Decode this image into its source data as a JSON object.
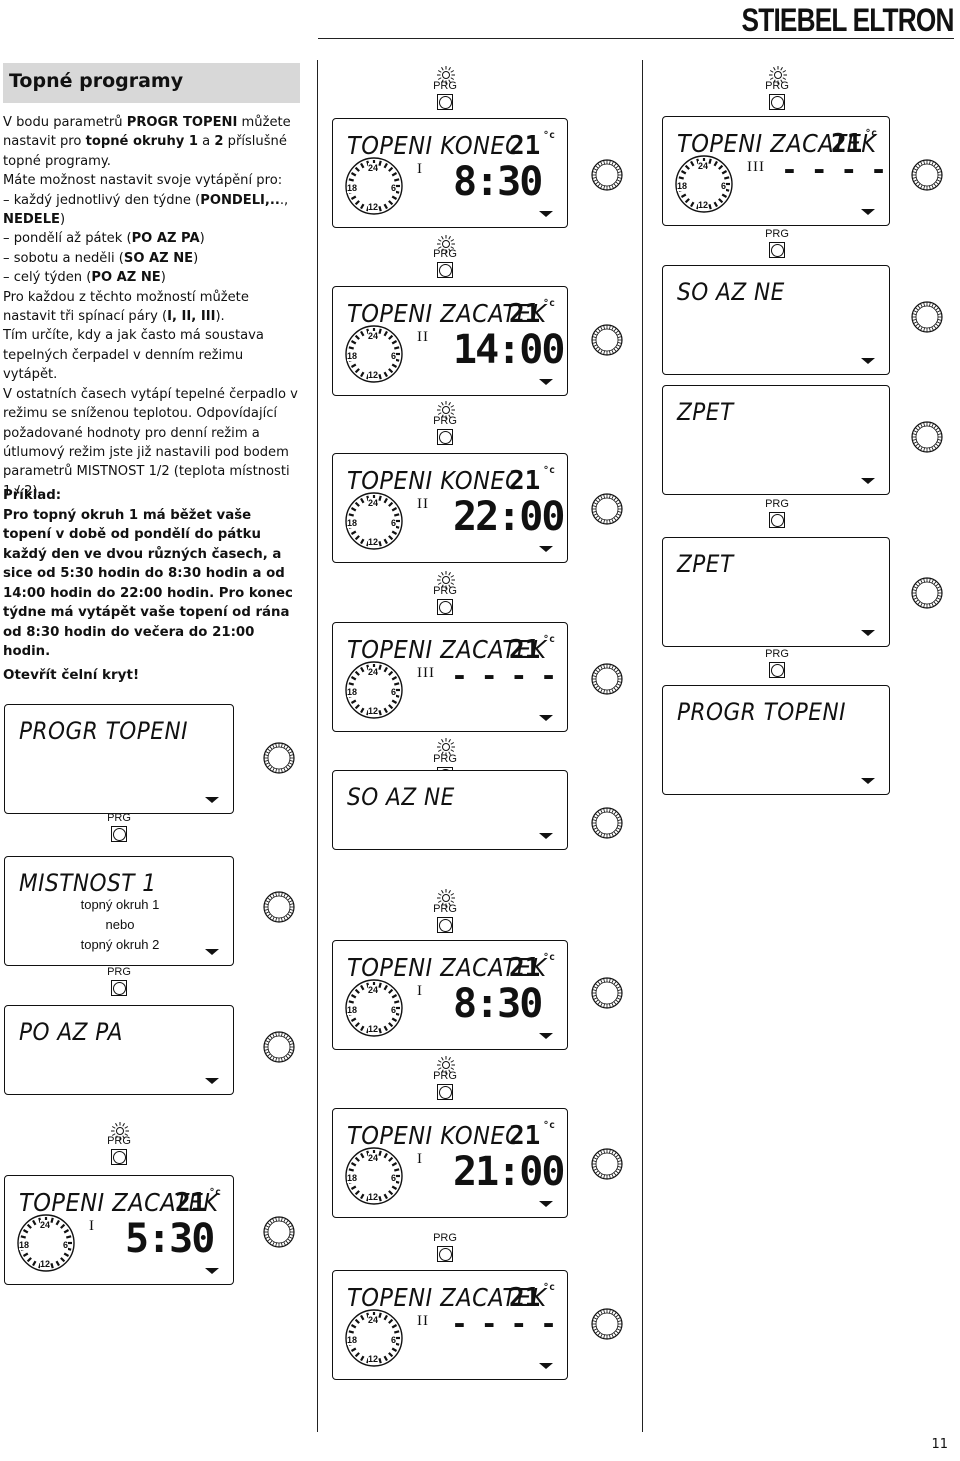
{
  "brand": "STIEBEL ELTRON",
  "section_title": "Topné programy",
  "intro": [
    {
      "parts": [
        [
          "V bodu parametrů ",
          false
        ],
        [
          "PROGR TOPENI",
          true
        ],
        [
          " můžete nastavit pro ",
          false
        ],
        [
          "topné okruhy 1",
          true
        ],
        [
          " a ",
          false
        ],
        [
          "2",
          true
        ],
        [
          " příslušné topné programy.",
          false
        ]
      ]
    },
    {
      "parts": [
        [
          "Máte možnost nastavit svoje vytápění pro:",
          false
        ]
      ]
    },
    {
      "parts": [
        [
          "– každý jednotlivý den týdne (",
          false
        ],
        [
          "PONDELI,..",
          true
        ],
        [
          ".,",
          false
        ]
      ]
    },
    {
      "parts": [
        [
          "   ",
          false
        ],
        [
          "NEDELE",
          true
        ],
        [
          ")",
          false
        ]
      ]
    },
    {
      "parts": [
        [
          "– pondělí až pátek (",
          false
        ],
        [
          "PO AZ PA",
          true
        ],
        [
          ")",
          false
        ]
      ]
    },
    {
      "parts": [
        [
          "– sobotu a neděli (",
          false
        ],
        [
          "SO AZ NE",
          true
        ],
        [
          ")",
          false
        ]
      ]
    },
    {
      "parts": [
        [
          "– celý týden (",
          false
        ],
        [
          "PO AZ NE",
          true
        ],
        [
          ")",
          false
        ]
      ]
    },
    {
      "parts": [
        [
          "Pro každou z těchto možností můžete nastavit tři spínací páry (",
          false
        ],
        [
          "I, II, III",
          true
        ],
        [
          ").",
          false
        ]
      ]
    },
    {
      "parts": [
        [
          "Tím určíte, kdy a jak často má soustava tepelných čerpadel v denním režimu vytápět.",
          false
        ]
      ]
    },
    {
      "parts": [
        [
          "V ostatních časech vytápí tepelné čerpadlo v režimu se sníženou teplotou. Odpovídající požadované hodnoty pro denní režim a útlumový režim jste již nastavili pod bodem parametrů MISTNOST 1/2 (teplota místnosti 1 / 2).",
          false
        ]
      ]
    }
  ],
  "example_heading": "Příklad:",
  "example_text": "Pro topný okruh 1 má běžet vaše topení v době od pondělí do pátku každý den ve dvou různých časech, a sice od 5:30 hodin do 8:30 hodin a od 14:00 hodin do 22:00 hodin. Pro konec týdne má vytápět vaše topení od rána od 8:30 hodin do večera do 21:00 hodin.",
  "open_cover": "Otevřít čelní kryt!",
  "prg_label": "PRG",
  "clock_labels": {
    "top": "24",
    "left": "18",
    "right": "6",
    "bottom": "12"
  },
  "temp_value": "21",
  "temp_unit": "°c",
  "displays": {
    "d1": {
      "text": "PROGR TOPENI"
    },
    "d2": {
      "text": "MISTNOST 1",
      "note_lines": [
        "topný okruh 1",
        "nebo",
        "topný okruh 2"
      ]
    },
    "d3": {
      "text": "PO AZ PA"
    },
    "d4": {
      "text": "TOPENI ZACATEK",
      "pair": "I",
      "time": "5:30"
    },
    "m1": {
      "text": "TOPENI KONEC",
      "pair": "I",
      "time": "8:30"
    },
    "m2": {
      "text": "TOPENI ZACATEK",
      "pair": "II",
      "time": "14:00"
    },
    "m3": {
      "text": "TOPENI KONEC",
      "pair": "II",
      "time": "22:00"
    },
    "m4": {
      "text": "TOPENI ZACATEK",
      "pair": "III",
      "time": "- - - -"
    },
    "m5": {
      "text": "SO AZ NE"
    },
    "m6": {
      "text": "TOPENI ZACATEK",
      "pair": "I",
      "time": "8:30"
    },
    "m7": {
      "text": "TOPENI KONEC",
      "pair": "I",
      "time": "21:00"
    },
    "m8": {
      "text": "TOPENI ZACATEK",
      "pair": "II",
      "time": "- - - -"
    },
    "r1": {
      "text": "TOPENI ZACATEK",
      "pair": "III",
      "time": "- - - -"
    },
    "r2": {
      "text": "SO AZ NE"
    },
    "r3": {
      "text": "ZPET"
    },
    "r4": {
      "text": "ZPET"
    },
    "r5": {
      "text": "PROGR TOPENI"
    }
  },
  "page_number": "11"
}
